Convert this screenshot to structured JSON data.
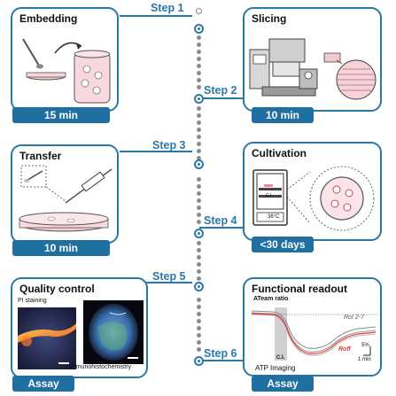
{
  "steps": [
    {
      "label": "Step 1"
    },
    {
      "label": "Step 2"
    },
    {
      "label": "Step 3"
    },
    {
      "label": "Step 4"
    },
    {
      "label": "Step 5"
    },
    {
      "label": "Step 6"
    }
  ],
  "panels": {
    "embedding": {
      "title": "Embedding",
      "time": "15 min"
    },
    "slicing": {
      "title": "Slicing",
      "time": "10 min"
    },
    "transfer": {
      "title": "Transfer",
      "time": "10 min"
    },
    "cultivation": {
      "title": "Cultivation",
      "time": "<30 days",
      "incubator_temp": "36°C",
      "incubator_label": "C.I."
    },
    "quality": {
      "title": "Quality control",
      "time": "Assay",
      "pi_label": "PI staining",
      "ihc_label": "Immunohistochemistry"
    },
    "functional": {
      "title": "Functional readout",
      "time": "Assay",
      "ateam_label": "ATeam ratio",
      "roi_label": "RoI 2-7",
      "roff_label": "Roff",
      "ci_label": "C.I.",
      "scale_pct": "5%",
      "scale_time": "1 min",
      "imaging_label": "ATP Imaging"
    }
  },
  "colors": {
    "accent": "#2a78a8",
    "badge": "#1f6fa0",
    "dots": "#8c8c8c",
    "roff": "#e8403a"
  }
}
